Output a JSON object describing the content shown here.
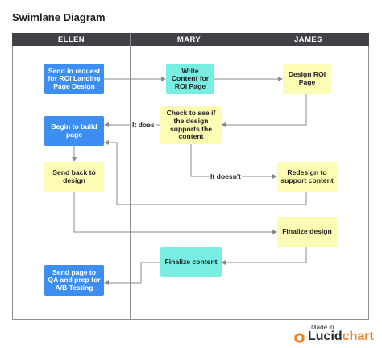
{
  "title": "Swimlane Diagram",
  "lanes": [
    "ELLEN",
    "MARY",
    "JAMES"
  ],
  "nodes": {
    "send_request": "Send in request for ROI Landing Page Design",
    "write_content": "Write Content for ROI Page",
    "design_roi": "Design ROI Page",
    "check_design": "Check to see if the design supports the content",
    "begin_build": "Begin to build page",
    "send_back": "Send back to design",
    "redesign": "Redesign to support content",
    "finalize_design": "Finalize design",
    "finalize_content": "Finalize content",
    "send_qa": "Send page to QA and prep for A/B Testing"
  },
  "edge_labels": {
    "it_does": "It does",
    "it_doesnt": "It doesn't"
  },
  "badge": {
    "made_in": "Made in",
    "brand_lucid": "Lucid",
    "brand_chart": "chart"
  },
  "colors": {
    "blue": "#3d8ef2",
    "yellow": "#fdfcb4",
    "teal": "#78ede2",
    "header": "#3f4146",
    "lucid_orange": "#f57e20"
  }
}
